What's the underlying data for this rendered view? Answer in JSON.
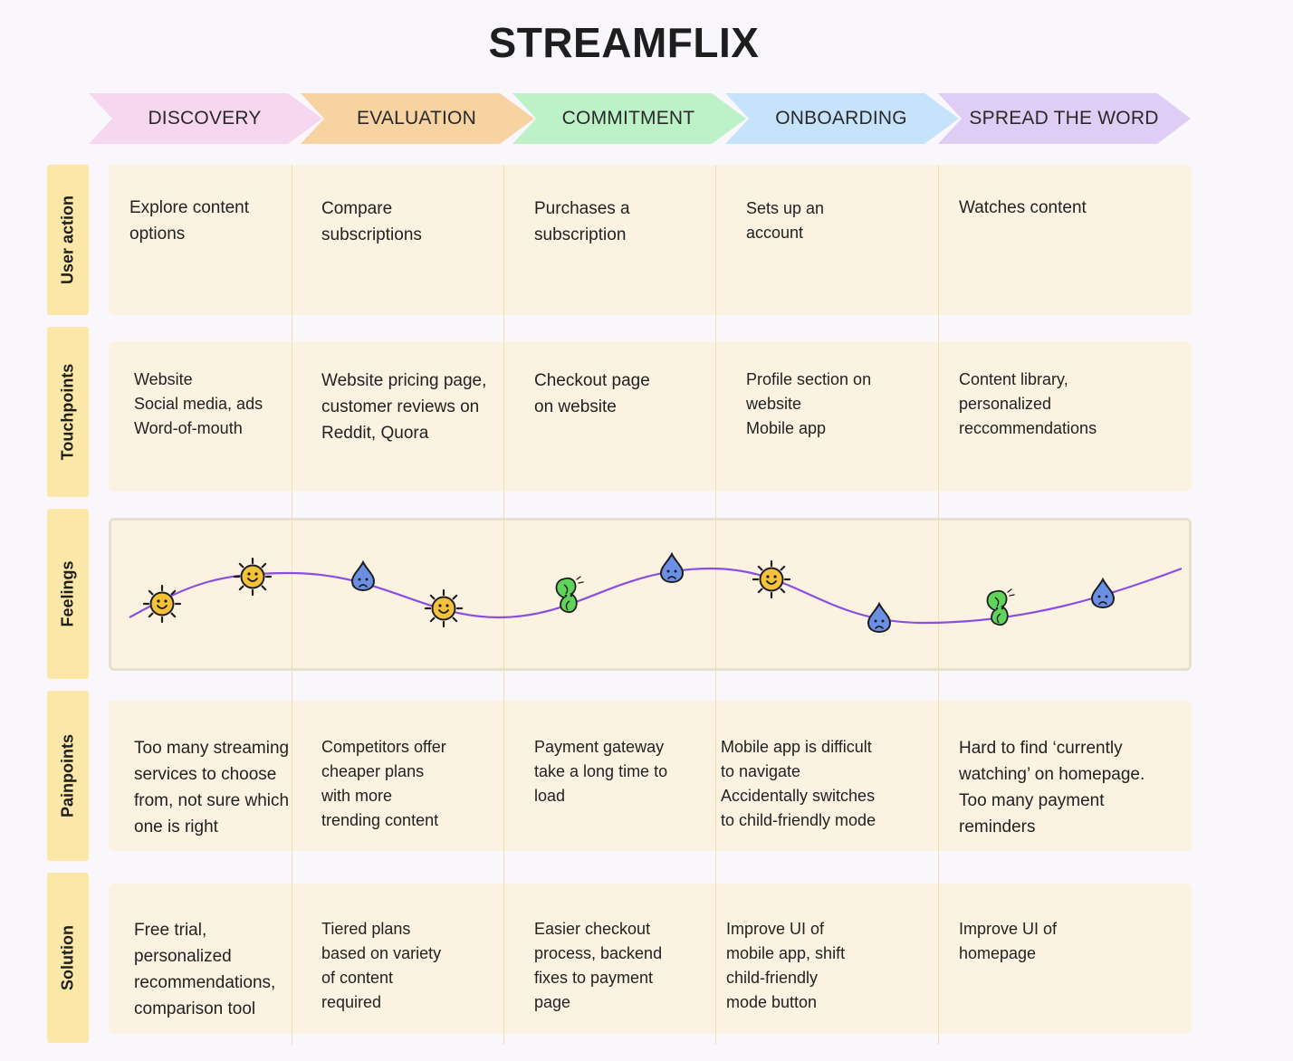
{
  "title": "STREAMFLIX",
  "stages": [
    {
      "label": "DISCOVERY",
      "color": "#f7d6f0"
    },
    {
      "label": "EVALUATION",
      "color": "#f6d3a1"
    },
    {
      "label": "COMMITMENT",
      "color": "#bdf2c8"
    },
    {
      "label": "ONBOARDING",
      "color": "#c7e3fb"
    },
    {
      "label": "SPREAD THE WORD",
      "color": "#dfcdf6"
    }
  ],
  "rows": [
    {
      "label": "User action"
    },
    {
      "label": "Touchpoints"
    },
    {
      "label": "Feelings"
    },
    {
      "label": "Painpoints"
    },
    {
      "label": "Solution"
    }
  ],
  "user_action": [
    "Explore content\noptions",
    "Compare\nsubscriptions",
    "Purchases a\nsubscription",
    "Sets up an\naccount",
    "Watches content"
  ],
  "touchpoints": [
    "Website\nSocial media, ads\nWord-of-mouth",
    "Website pricing page,\ncustomer reviews on\nReddit, Quora",
    "Checkout page\non website",
    "Profile section on\nwebsite\nMobile app",
    "Content library,\npersonalized\nreccommendations"
  ],
  "feelings": {
    "line_color": "#8a4fe0",
    "icons": [
      {
        "type": "happy",
        "name": "sun-happy-icon"
      },
      {
        "type": "happy",
        "name": "sun-happy-icon"
      },
      {
        "type": "sad",
        "name": "sad-drop-icon"
      },
      {
        "type": "happy",
        "name": "sun-happy-icon"
      },
      {
        "type": "angry",
        "name": "frustrated-icon"
      },
      {
        "type": "sad",
        "name": "sad-drop-icon"
      },
      {
        "type": "happy",
        "name": "sun-happy-icon"
      },
      {
        "type": "sad",
        "name": "sad-drop-icon"
      },
      {
        "type": "angry",
        "name": "frustrated-icon"
      },
      {
        "type": "sad",
        "name": "sad-drop-icon"
      }
    ]
  },
  "painpoints": [
    "Too many streaming\nservices to choose\nfrom, not sure which\none is right",
    "Competitors offer\ncheaper plans\nwith more\ntrending content",
    "Payment gateway\ntake a long time to\nload",
    "Mobile app is difficult\nto navigate\nAccidentally switches\nto child-friendly mode",
    "Hard to find ‘currently\nwatching’ on homepage.\nToo many payment\nreminders"
  ],
  "solution": [
    "Free trial,\npersonalized\nrecommendations,\ncomparison tool",
    "Tiered plans\nbased on variety\nof content\nrequired",
    "Easier checkout\nprocess, backend\nfixes to payment\npage",
    "Improve UI of\nmobile app, shift\nchild-friendly\nmode button",
    "Improve UI of\nhomepage"
  ]
}
